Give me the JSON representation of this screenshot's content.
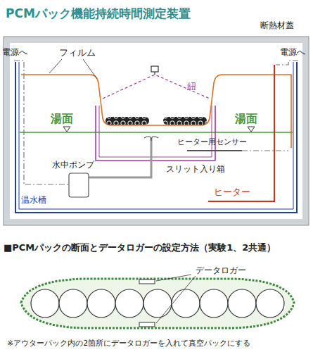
{
  "diagram": {
    "title": "PCMパック機能持続時間測定装置",
    "labels": [
      "断熱材蓋",
      "電源へ",
      "電源へ",
      "フィルム",
      "紐",
      "湯面",
      "湯面",
      "ヒーター用センサー",
      "スリット入り箱",
      "水中ポンプ",
      "温水槽",
      "ヒーター",
      "■PCMパックの断面とデータロガーの設定方法（実験1、2共通）",
      "データロガー",
      "※アウターパック内の2箇所にデータロガーを入れて真空パックにする"
    ]
  }
}
